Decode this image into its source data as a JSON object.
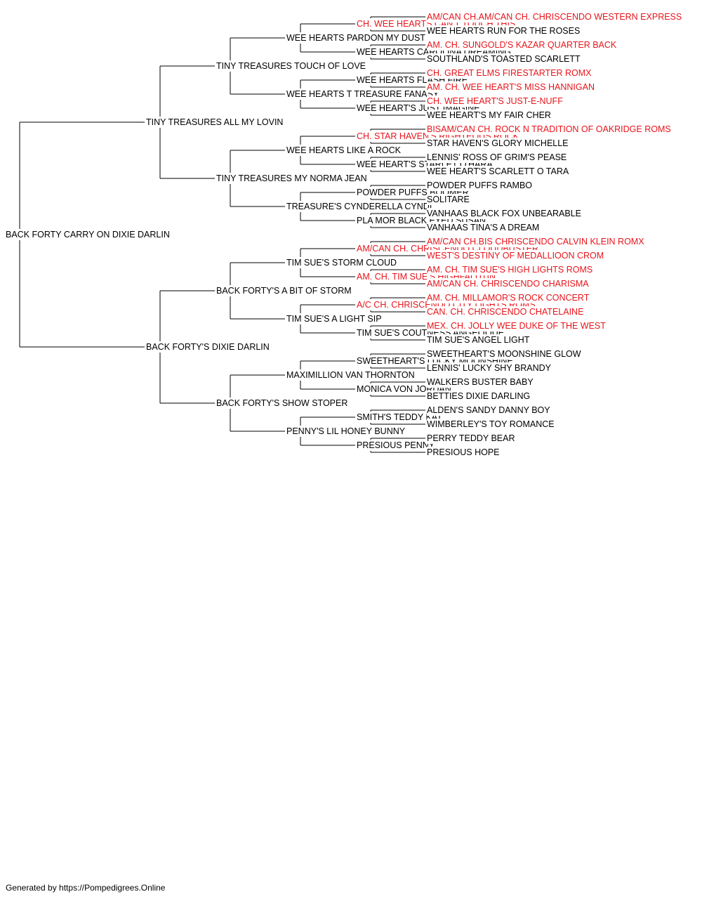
{
  "colors": {
    "champion": "#e8141b",
    "normal": "#000000",
    "line": "#000000"
  },
  "pedigree": {
    "name": "BACK FORTY CARRY ON DIXIE DARLIN",
    "champion": false,
    "sire": {
      "name": "TINY TREASURES ALL MY LOVIN",
      "champion": false,
      "sire": {
        "name": "TINY TREASURES TOUCH OF LOVE",
        "champion": false,
        "sire": {
          "name": "WEE HEARTS PARDON MY DUST",
          "champion": false,
          "sire": {
            "name": "CH. WEE HEARTS CAN'T TOUCH THIS",
            "champion": true,
            "sire": {
              "name": "AM/CAN CH.AM/CAN CH. CHRISCENDO WESTERN EXPRESS",
              "champion": true
            },
            "dam": {
              "name": "WEE HEARTS RUN FOR THE ROSES",
              "champion": false
            }
          },
          "dam": {
            "name": "WEE HEARTS CAROLINA DREAMING",
            "champion": false,
            "sire": {
              "name": "AM. CH. SUNGOLD'S KAZAR QUARTER BACK",
              "champion": true
            },
            "dam": {
              "name": "SOUTHLAND'S TOASTED SCARLETT",
              "champion": false
            }
          }
        },
        "dam": {
          "name": "WEE HEARTS T TREASURE FANASY",
          "champion": false,
          "sire": {
            "name": "WEE HEARTS FLASH FIRE",
            "champion": false,
            "sire": {
              "name": "CH. GREAT ELMS FIRESTARTER ROMX",
              "champion": true
            },
            "dam": {
              "name": "AM. CH. WEE HEART'S MISS HANNIGAN",
              "champion": true
            }
          },
          "dam": {
            "name": "WEE HEART'S JUST IMAGINE",
            "champion": false,
            "sire": {
              "name": "CH. WEE HEART'S JUST-E-NUFF",
              "champion": true
            },
            "dam": {
              "name": "WEE HEART'S MY FAIR CHER",
              "champion": false
            }
          }
        }
      },
      "dam": {
        "name": "TINY TREASURES MY NORMA JEAN",
        "champion": false,
        "sire": {
          "name": "WEE HEARTS LIKE A ROCK",
          "champion": false,
          "sire": {
            "name": "CH. STAR HAVEN'S RIGHTEOUS ROCK",
            "champion": true,
            "sire": {
              "name": "BISAM/CAN CH. ROCK N TRADITION OF OAKRIDGE ROMS",
              "champion": true
            },
            "dam": {
              "name": "STAR HAVEN'S GLORY MICHELLE",
              "champion": false
            }
          },
          "dam": {
            "name": "WEE HEART'S STARLET O'HARA",
            "champion": false,
            "sire": {
              "name": "LENNIS' ROSS OF GRIM'S PEASE",
              "champion": false
            },
            "dam": {
              "name": "WEE HEART'S SCARLETT O TARA",
              "champion": false
            }
          }
        },
        "dam": {
          "name": "TREASURE'S CYNDERELLA CYNDI",
          "champion": false,
          "sire": {
            "name": "POWDER PUFFS BOOMER",
            "champion": false,
            "sire": {
              "name": "POWDER PUFFS RAMBO",
              "champion": false
            },
            "dam": {
              "name": "SOLITARE",
              "champion": false
            }
          },
          "dam": {
            "name": "PLA MOR BLACK EYED SUSAN",
            "champion": false,
            "sire": {
              "name": "VANHAAS BLACK FOX UNBEARABLE",
              "champion": false
            },
            "dam": {
              "name": "VANHAAS TINA'S A DREAM",
              "champion": false
            }
          }
        }
      }
    },
    "dam": {
      "name": "BACK FORTY'S DIXIE DARLIN",
      "champion": false,
      "sire": {
        "name": "BACK FORTY'S A BIT OF STORM",
        "champion": false,
        "sire": {
          "name": "TIM SUE'S STORM CLOUD",
          "champion": false,
          "sire": {
            "name": "AM/CAN CH. CHRISCENDO CLOUDBUSTER",
            "champion": true,
            "sire": {
              "name": "AM/CAN CH.BIS CHRISCENDO CALVIN KLEIN ROMX",
              "champion": true
            },
            "dam": {
              "name": "WEST'S DESTINY OF MEDALLIOON CROM",
              "champion": true
            }
          },
          "dam": {
            "name": "AM. CH. TIM SUE'S HIGHFALUTIN",
            "champion": true,
            "sire": {
              "name": "AM. CH. TIM SUE'S HIGH LIGHTS ROMS",
              "champion": true
            },
            "dam": {
              "name": "AM/CAN CH. CHRISCENDO CHARISMA",
              "champion": true
            }
          }
        },
        "dam": {
          "name": "TIM SUE'S A LIGHT SIP",
          "champion": false,
          "sire": {
            "name": "A/C CH. CHRISCENDO CITY LIGHTS ROMS",
            "champion": true,
            "sire": {
              "name": "AM. CH. MILLAMOR'S ROCK CONCERT",
              "champion": true
            },
            "dam": {
              "name": "CAN. CH. CHRISCENDO CHATELAINE",
              "champion": true
            }
          },
          "dam": {
            "name": "TIM SUE'S COUTNESS ANGELIQUE",
            "champion": false,
            "sire": {
              "name": "MEX. CH. JOLLY WEE DUKE OF THE WEST",
              "champion": true
            },
            "dam": {
              "name": "TIM SUE'S ANGEL LIGHT",
              "champion": false
            }
          }
        }
      },
      "dam": {
        "name": "BACK FORTY'S SHOW STOPER",
        "champion": false,
        "sire": {
          "name": "MAXIMILLION VAN THORNTON",
          "champion": false,
          "sire": {
            "name": "SWEETHEART'S LUCKY MOONSHINE",
            "champion": false,
            "sire": {
              "name": "SWEETHEART'S MOONSHINE GLOW",
              "champion": false
            },
            "dam": {
              "name": "LENNIS' LUCKY SHY BRANDY",
              "champion": false
            }
          },
          "dam": {
            "name": "MONICA VON JORDAN",
            "champion": false,
            "sire": {
              "name": "WALKERS BUSTER BABY",
              "champion": false
            },
            "dam": {
              "name": "BETTIES DIXIE DARLING",
              "champion": false
            }
          }
        },
        "dam": {
          "name": "PENNY'S LIL HONEY BUNNY",
          "champion": false,
          "sire": {
            "name": "SMITH'S TEDDY KAT",
            "champion": false,
            "sire": {
              "name": "ALDEN'S SANDY DANNY BOY",
              "champion": false
            },
            "dam": {
              "name": "WIMBERLEY'S TOY ROMANCE",
              "champion": false
            }
          },
          "dam": {
            "name": "PRESIOUS PENNY",
            "champion": false,
            "sire": {
              "name": "PERRY TEDDY BEAR",
              "champion": false
            },
            "dam": {
              "name": "PRESIOUS HOPE",
              "champion": false
            }
          }
        }
      }
    }
  },
  "footer": {
    "text": "Generated by https://Pompedigrees.Online"
  }
}
